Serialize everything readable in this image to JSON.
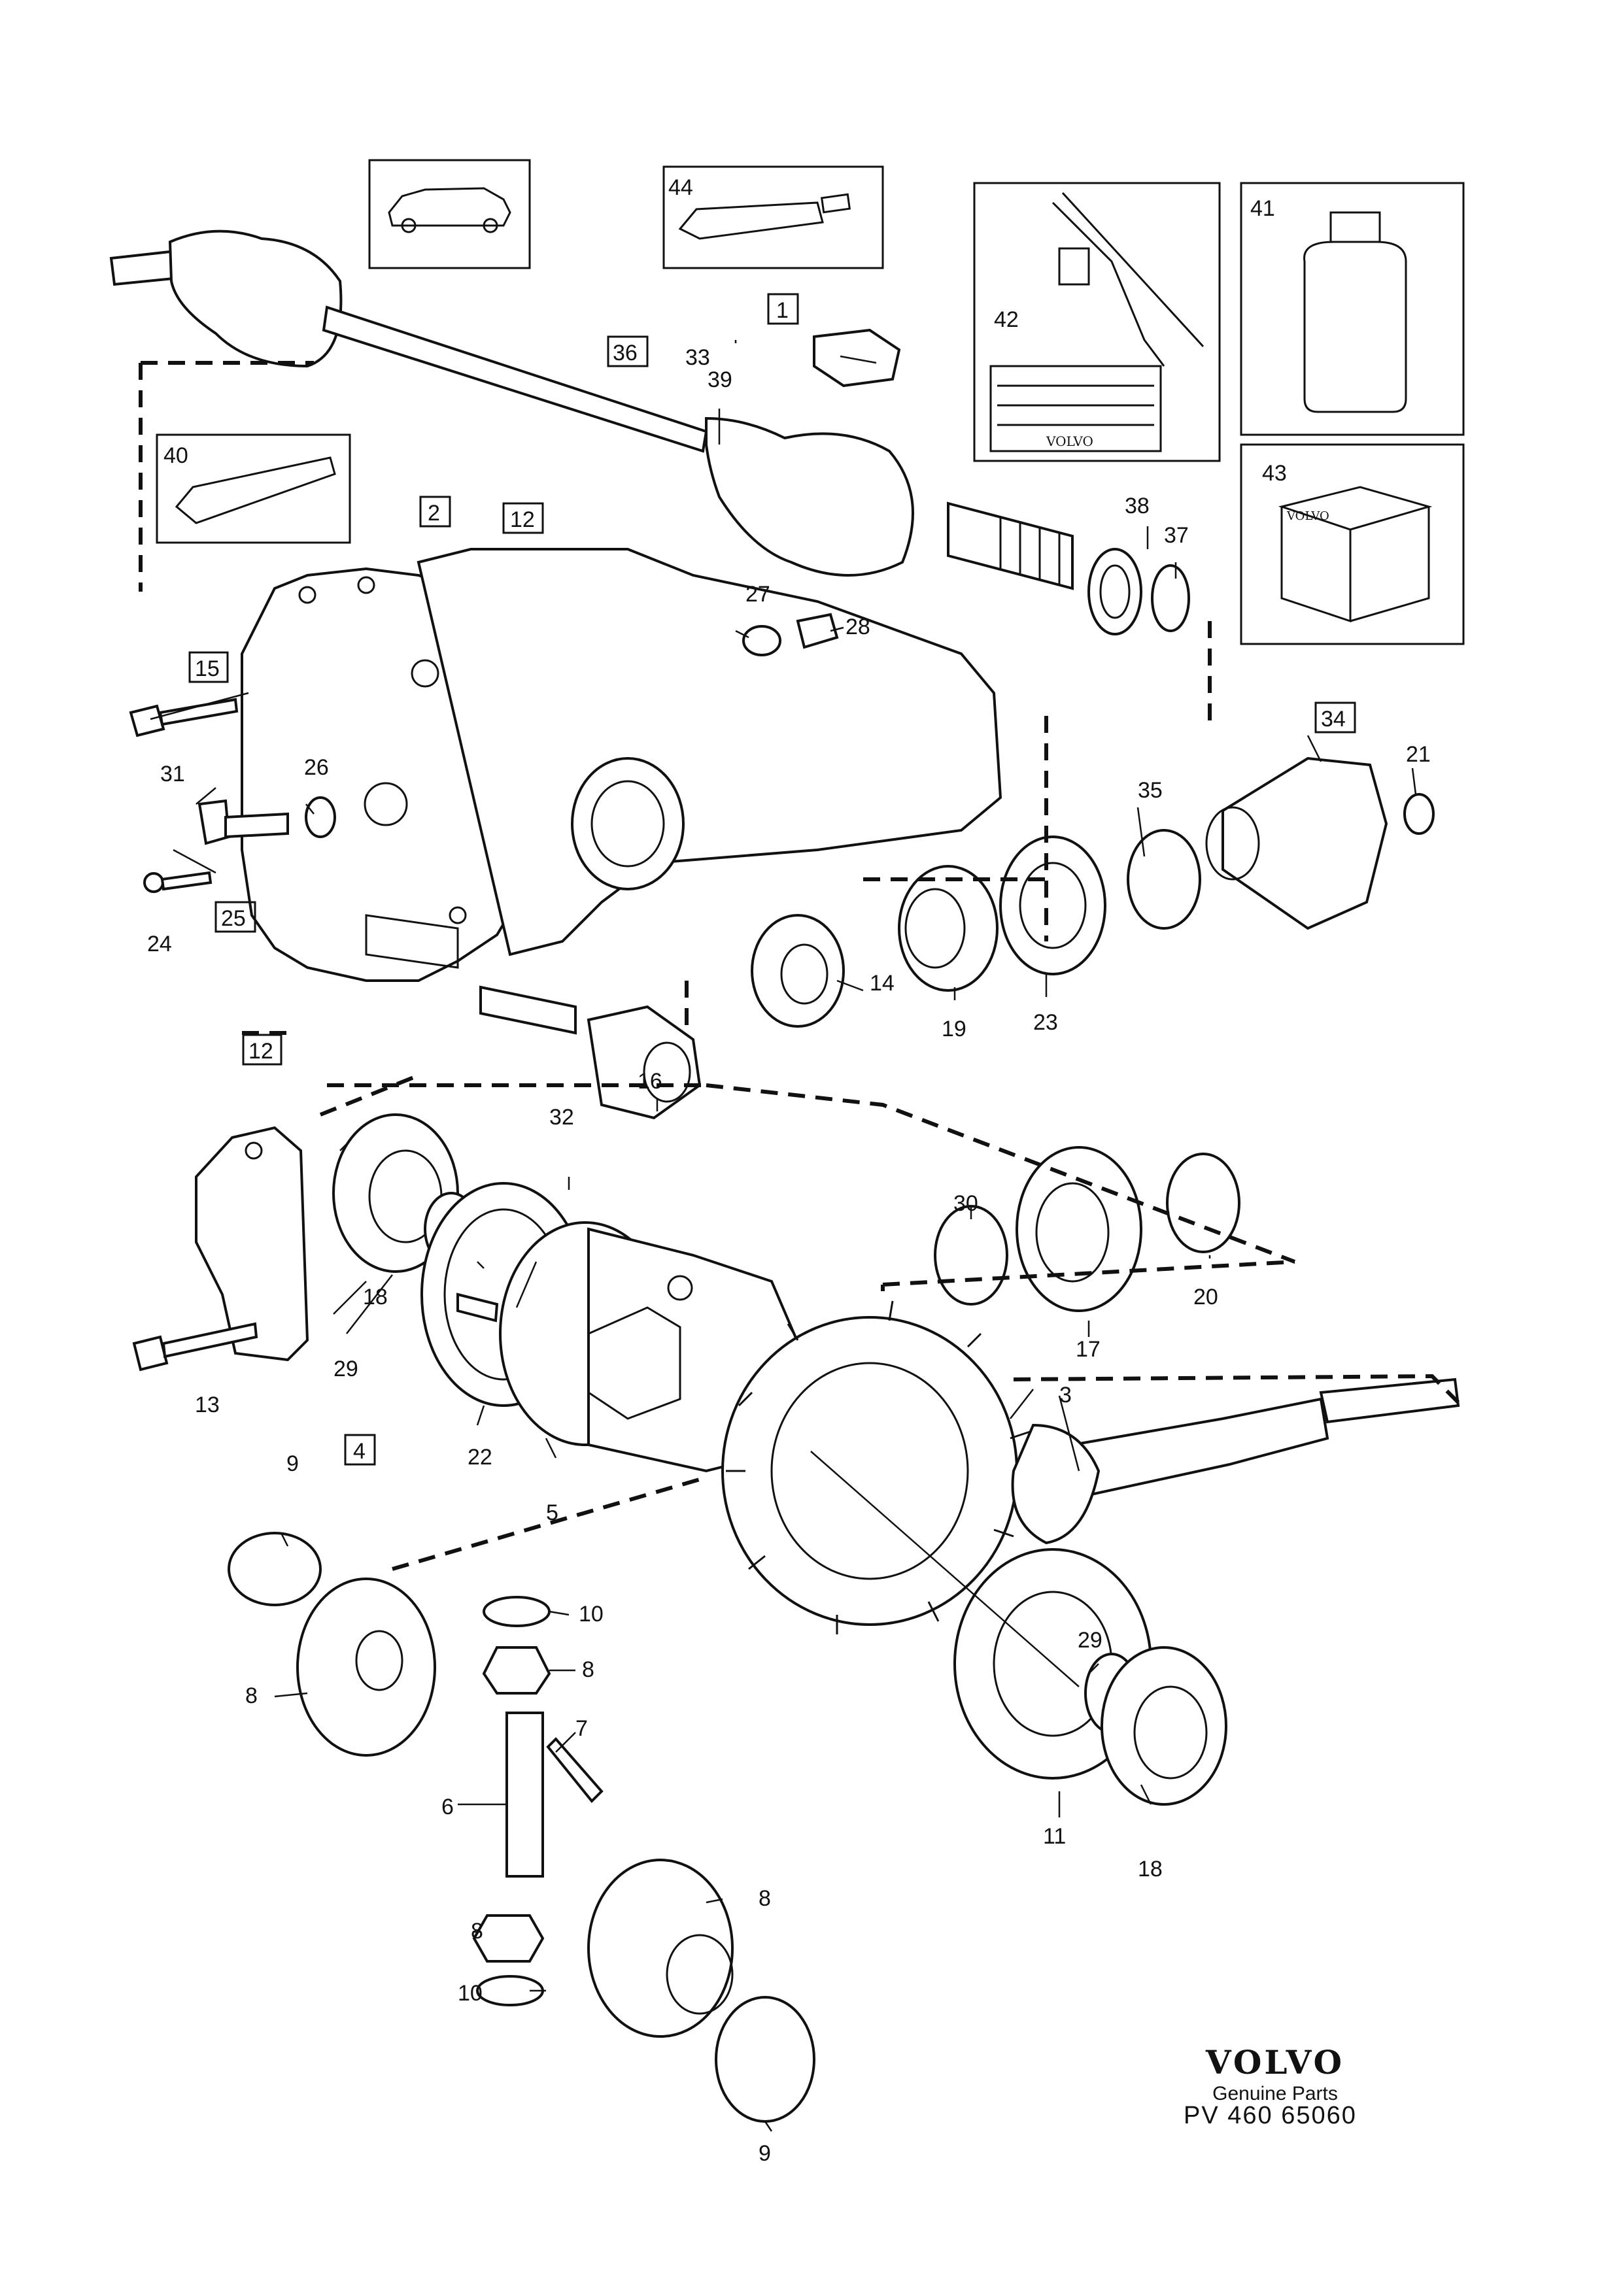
{
  "part_labels": {
    "p1": "1",
    "p2": "2",
    "p3": "3",
    "p4": "4",
    "p5": "5",
    "p6": "6",
    "p7": "7",
    "p8a": "8",
    "p8b": "8",
    "p8c": "8",
    "p8d": "8",
    "p9a": "9",
    "p9b": "9",
    "p10a": "10",
    "p10b": "10",
    "p11": "11",
    "p12a": "12",
    "p12b": "12",
    "p13": "13",
    "p14": "14",
    "p15": "15",
    "p16": "16",
    "p17": "17",
    "p18a": "18",
    "p18b": "18",
    "p19": "19",
    "p20": "20",
    "p21": "21",
    "p22": "22",
    "p23": "23",
    "p24": "24",
    "p25": "25",
    "p26": "26",
    "p27": "27",
    "p28": "28",
    "p29a": "29",
    "p29b": "29",
    "p30": "30",
    "p31": "31",
    "p32": "32",
    "p33": "33",
    "p34": "34",
    "p35": "35",
    "p36": "36",
    "p37": "37",
    "p38": "38",
    "p39": "39",
    "p40": "40",
    "p41": "41",
    "p42": "42",
    "p43": "43",
    "p44": "44"
  },
  "inset_text": {
    "decal_brand": "VOLVO",
    "box_brand": "VOLVO"
  },
  "footer": {
    "brand": "VOLVO",
    "subtitle": "Genuine Parts",
    "code": "PV 460 65060"
  }
}
